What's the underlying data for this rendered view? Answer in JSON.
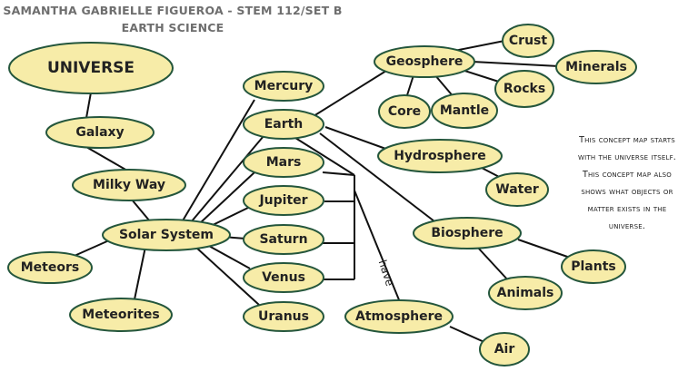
{
  "header": {
    "line1": "SAMANTHA GABRIELLE FIGUEROA - STEM 112/SET B",
    "line2": "EARTH SCIENCE"
  },
  "nodes": {
    "universe": "UNIVERSE",
    "galaxy": "Galaxy",
    "milky_way": "Milky Way",
    "solar_system": "Solar System",
    "meteors": "Meteors",
    "meteorites": "Meteorites",
    "mercury": "Mercury",
    "earth": "Earth",
    "mars": "Mars",
    "jupiter": "Jupiter",
    "saturn": "Saturn",
    "venus": "Venus",
    "uranus": "Uranus",
    "geosphere": "Geosphere",
    "crust": "Crust",
    "minerals": "Minerals",
    "rocks": "Rocks",
    "mantle": "Mantle",
    "core": "Core",
    "hydrosphere": "Hydrosphere",
    "water": "Water",
    "biosphere": "Biosphere",
    "plants": "Plants",
    "animals": "Animals",
    "atmosphere": "Atmosphere",
    "air": "Air"
  },
  "edge_labels": {
    "have": "have"
  },
  "note": {
    "line1": "This concept map starts",
    "line2": "with the universe itself.",
    "line3": "This concept map also",
    "line4": "shows what objects or",
    "line5": "matter exists in the",
    "line6": "universe."
  },
  "colors": {
    "node_fill": "#f7eca8",
    "node_stroke": "#24563c",
    "edge": "#111111",
    "header_text": "#6e6e6e"
  }
}
